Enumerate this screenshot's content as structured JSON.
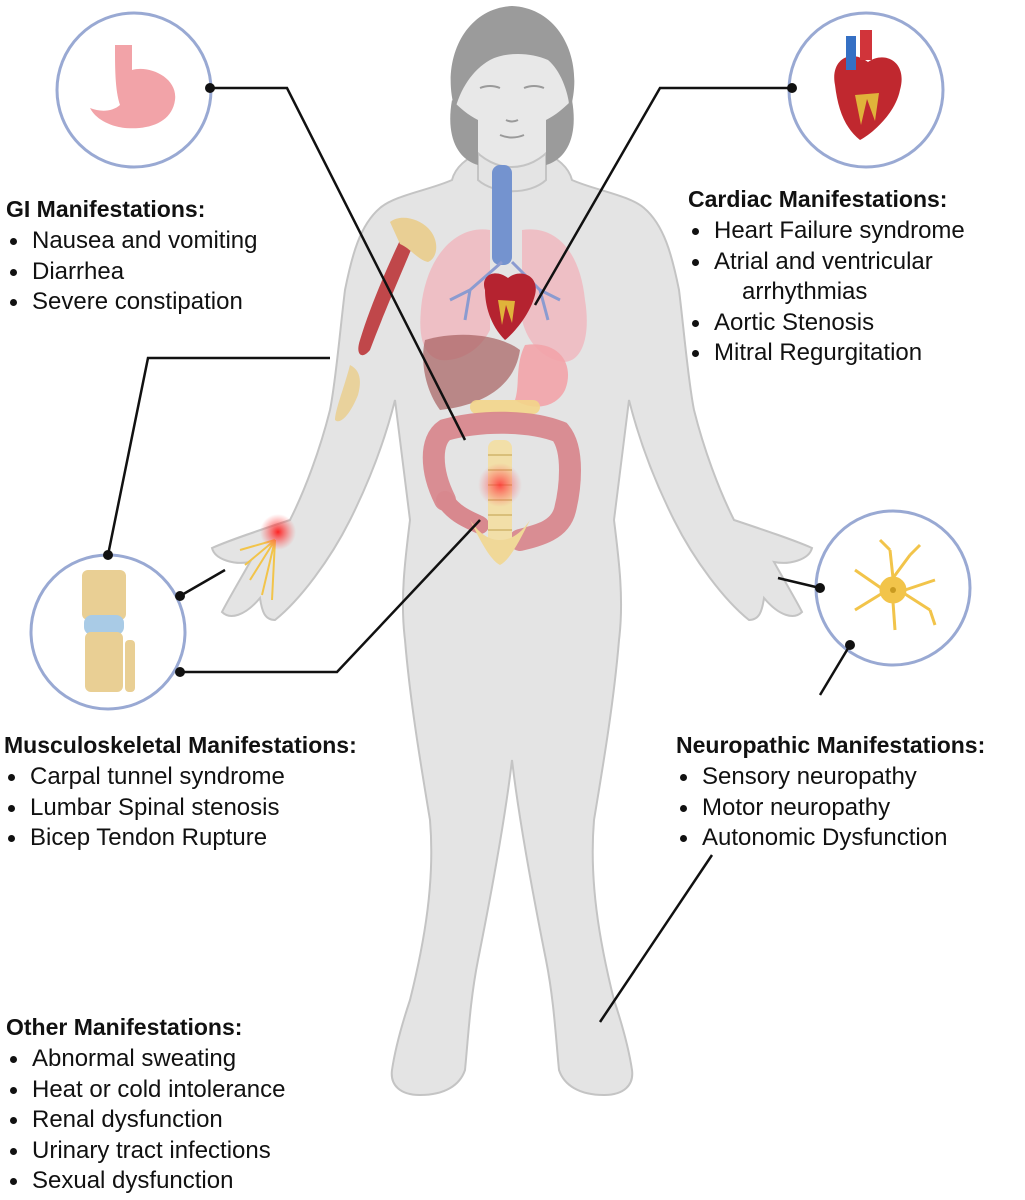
{
  "sections": {
    "gi": {
      "title": "GI Manifestations:",
      "items": [
        "Nausea and vomiting",
        "Diarrhea",
        "Severe constipation"
      ],
      "icon": "stomach-icon"
    },
    "cardiac": {
      "title": "Cardiac Manifestations:",
      "items": [
        "Heart Failure syndrome",
        "Atrial and ventricular",
        "arrhythmias",
        "Aortic Stenosis",
        "Mitral Regurgitation"
      ],
      "icon": "heart-icon"
    },
    "musculoskeletal": {
      "title": "Musculoskeletal Manifestations:",
      "items": [
        "Carpal tunnel syndrome",
        "Lumbar Spinal stenosis",
        "Bicep Tendon Rupture"
      ],
      "icon": "knee-joint-icon"
    },
    "neuropathic": {
      "title": "Neuropathic Manifestations:",
      "items": [
        "Sensory neuropathy",
        "Motor neuropathy",
        "Autonomic Dysfunction"
      ],
      "icon": "neuron-icon"
    },
    "other": {
      "title": "Other Manifestations:",
      "items": [
        "Abnormal sweating",
        "Heat or cold intolerance",
        "Renal dysfunction",
        "Urinary tract infections",
        "Sexual dysfunction"
      ]
    }
  },
  "colors": {
    "body_fill": "#e4e4e4",
    "body_outline": "#c8c8c8",
    "hair": "#999999",
    "circle_border": "#99a9d3",
    "connector": "#111111",
    "lungs": "#f0b8bf",
    "bronchi": "#8b9bd0",
    "heart": "#b52330",
    "intestine": "#dc8a8f",
    "liver": "#b56b6b",
    "muscle": "#c0474a",
    "bone": "#e9cf94",
    "spine": "#f2dfa8",
    "pain_glow": "#ff2a2a",
    "nerve": "#f2c44a",
    "trachea": "#6e8cc9"
  }
}
